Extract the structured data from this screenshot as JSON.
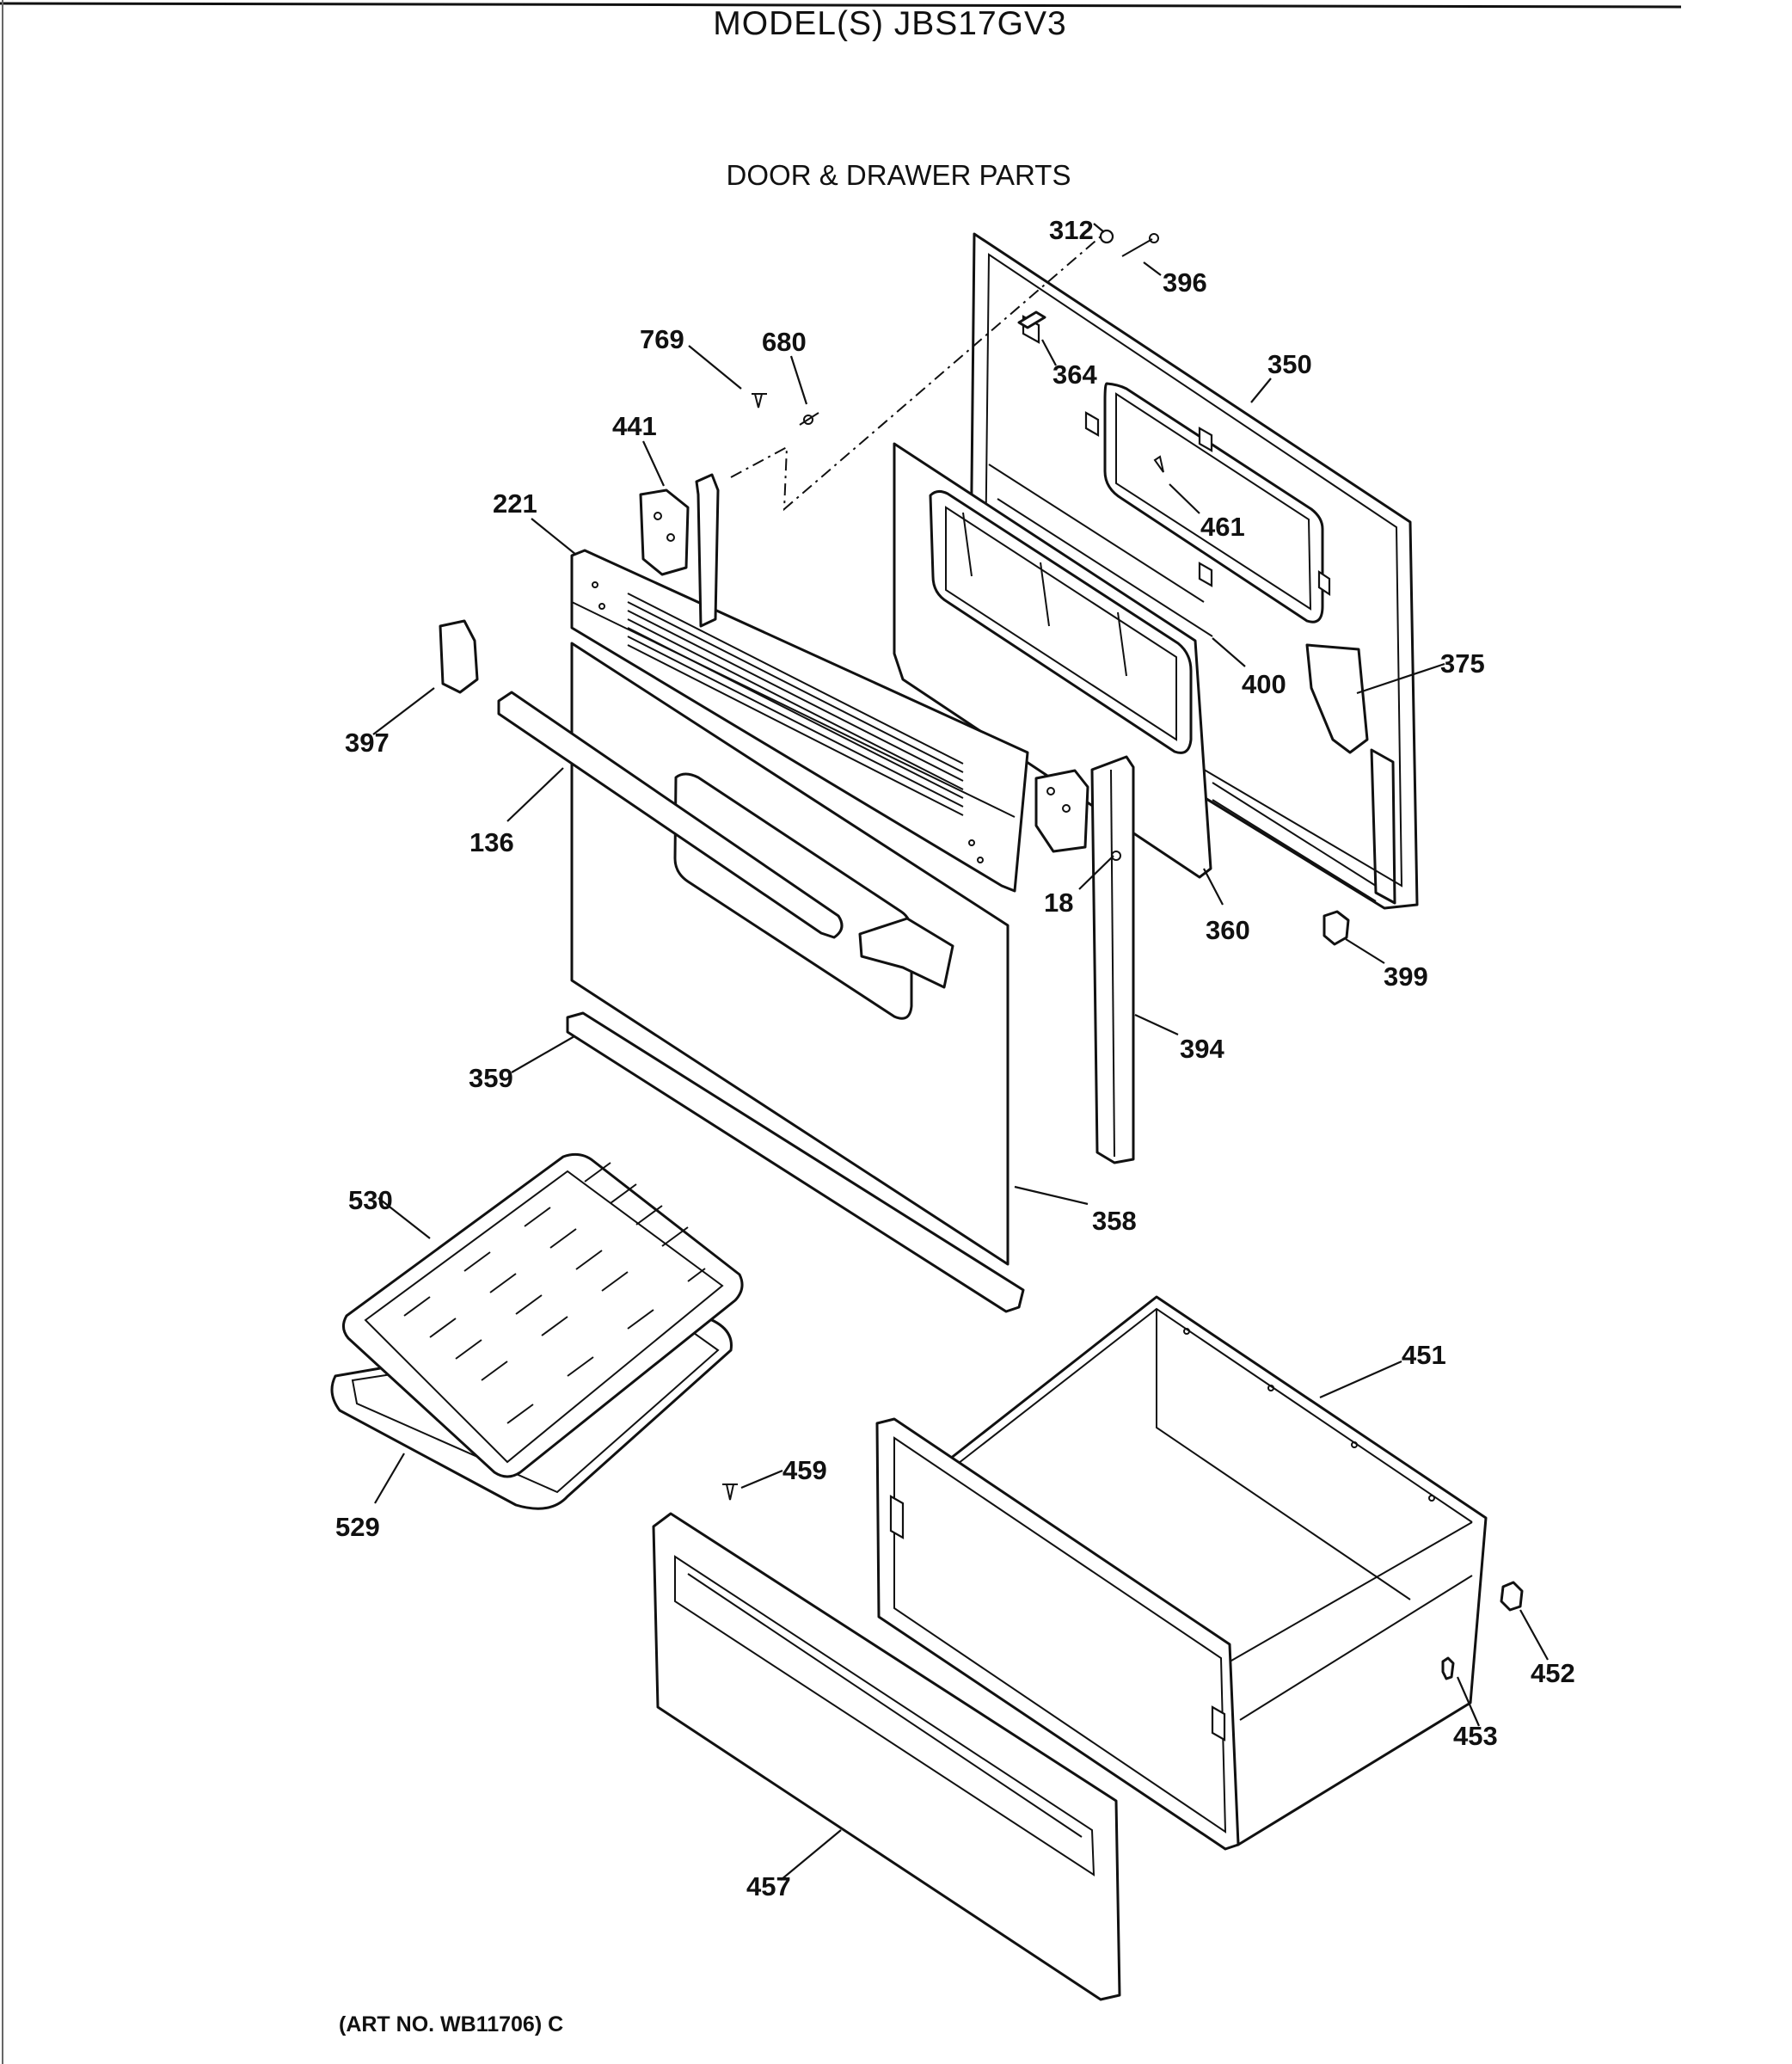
{
  "header": {
    "model_title": "MODEL(S) JBS17GV3",
    "section_title": "DOOR & DRAWER PARTS"
  },
  "footer": {
    "art_note": "(ART NO. WB11706) C"
  },
  "callouts": [
    {
      "id": "c312",
      "label": "312"
    },
    {
      "id": "c396",
      "label": "396"
    },
    {
      "id": "c769",
      "label": "769"
    },
    {
      "id": "c680",
      "label": "680"
    },
    {
      "id": "c364",
      "label": "364"
    },
    {
      "id": "c350",
      "label": "350"
    },
    {
      "id": "c441",
      "label": "441"
    },
    {
      "id": "c221",
      "label": "221"
    },
    {
      "id": "c461",
      "label": "461"
    },
    {
      "id": "c375",
      "label": "375"
    },
    {
      "id": "c400",
      "label": "400"
    },
    {
      "id": "c397",
      "label": "397"
    },
    {
      "id": "c136",
      "label": "136"
    },
    {
      "id": "c18",
      "label": "18"
    },
    {
      "id": "c360",
      "label": "360"
    },
    {
      "id": "c399",
      "label": "399"
    },
    {
      "id": "c394",
      "label": "394"
    },
    {
      "id": "c359",
      "label": "359"
    },
    {
      "id": "c530",
      "label": "530"
    },
    {
      "id": "c358",
      "label": "358"
    },
    {
      "id": "c451",
      "label": "451"
    },
    {
      "id": "c459",
      "label": "459"
    },
    {
      "id": "c529",
      "label": "529"
    },
    {
      "id": "c452",
      "label": "452"
    },
    {
      "id": "c453",
      "label": "453"
    },
    {
      "id": "c457",
      "label": "457"
    }
  ]
}
